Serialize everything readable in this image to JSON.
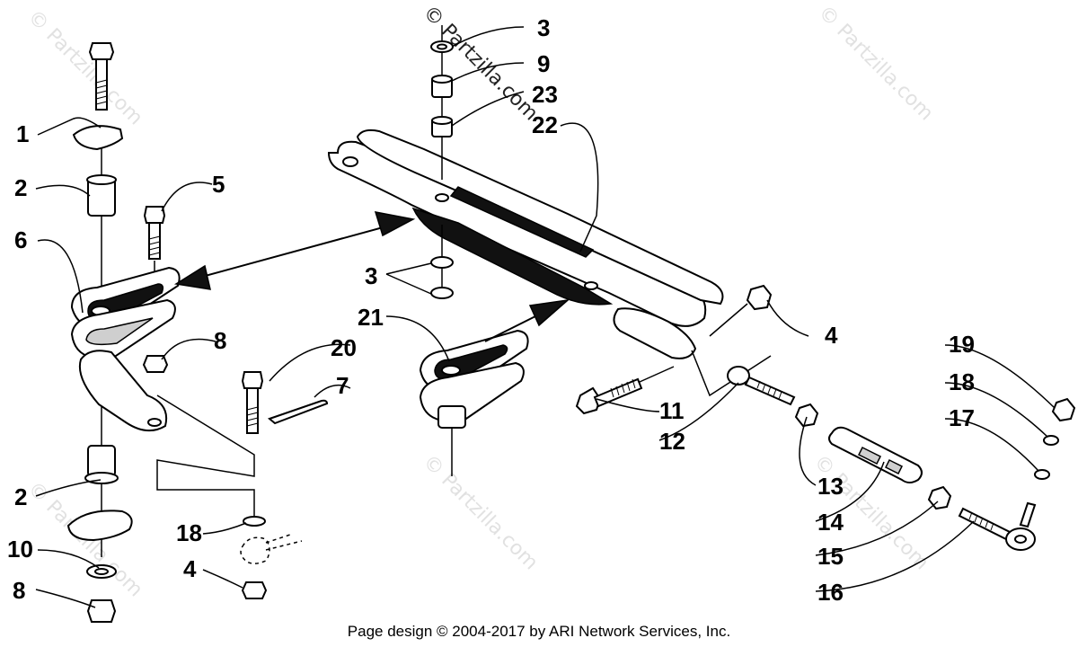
{
  "watermark": {
    "text": "© Partzilla.com"
  },
  "footer": {
    "text": "Page design © 2004-2017 by ARI Network Services, Inc."
  },
  "callouts": [
    {
      "id": "c3a",
      "text": "3"
    },
    {
      "id": "c9",
      "text": "9"
    },
    {
      "id": "c23",
      "text": "23"
    },
    {
      "id": "c22",
      "text": "22"
    },
    {
      "id": "c1",
      "text": "1"
    },
    {
      "id": "c2a",
      "text": "2"
    },
    {
      "id": "c5",
      "text": "5"
    },
    {
      "id": "c6",
      "text": "6"
    },
    {
      "id": "c8a",
      "text": "8"
    },
    {
      "id": "c3b",
      "text": "3"
    },
    {
      "id": "c21",
      "text": "21"
    },
    {
      "id": "c20",
      "text": "20"
    },
    {
      "id": "c7",
      "text": "7"
    },
    {
      "id": "c4a",
      "text": "4"
    },
    {
      "id": "c11",
      "text": "11"
    },
    {
      "id": "c12",
      "text": "12"
    },
    {
      "id": "c19",
      "text": "19"
    },
    {
      "id": "c18a",
      "text": "18"
    },
    {
      "id": "c17",
      "text": "17"
    },
    {
      "id": "c13",
      "text": "13"
    },
    {
      "id": "c14",
      "text": "14"
    },
    {
      "id": "c15",
      "text": "15"
    },
    {
      "id": "c16",
      "text": "16"
    },
    {
      "id": "c2b",
      "text": "2"
    },
    {
      "id": "c10",
      "text": "10"
    },
    {
      "id": "c8b",
      "text": "8"
    },
    {
      "id": "c18b",
      "text": "18"
    },
    {
      "id": "c4b",
      "text": "4"
    }
  ]
}
